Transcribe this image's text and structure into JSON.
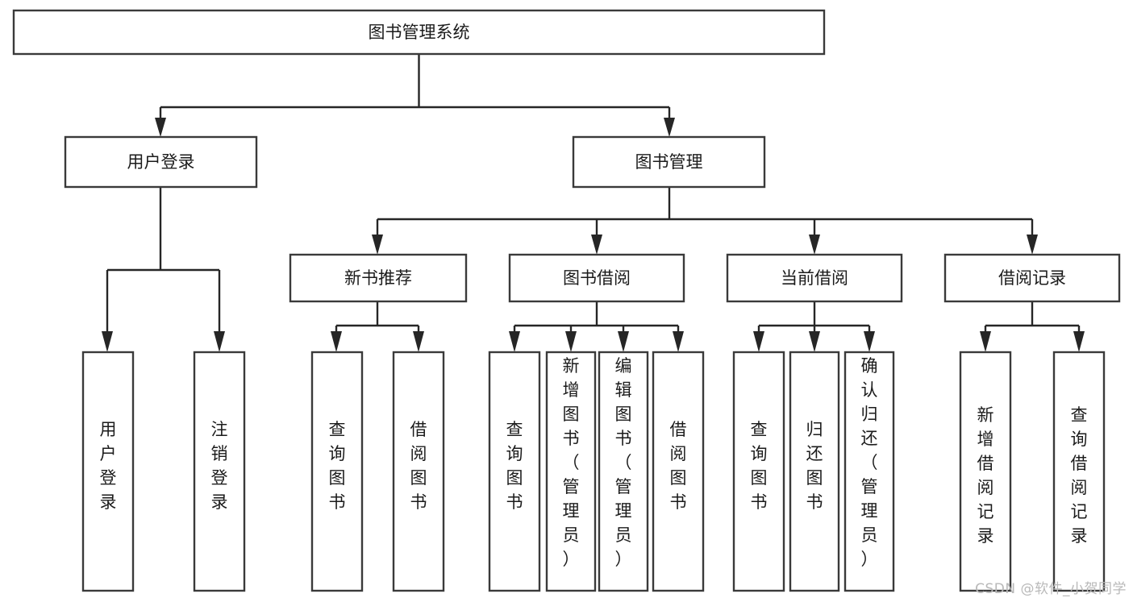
{
  "diagram": {
    "title": "图书管理系统",
    "watermark": "CSDN @软件_小贺同学",
    "colors": {
      "box_stroke": "#3a3a3a",
      "link_stroke": "#262626",
      "box_fill": "#ffffff",
      "text": "#1b1b1b",
      "watermark": "#b9b9b9",
      "background": "#ffffff"
    },
    "root": {
      "label": "图书管理系统"
    },
    "level2": [
      {
        "label": "用户登录"
      },
      {
        "label": "图书管理"
      }
    ],
    "level3": [
      {
        "label": "新书推荐"
      },
      {
        "label": "图书借阅"
      },
      {
        "label": "当前借阅"
      },
      {
        "label": "借阅记录"
      }
    ],
    "leaves": {
      "user_login": [
        {
          "label": "用户登录"
        },
        {
          "label": "注销登录"
        }
      ],
      "new_book": [
        {
          "label": "查询图书"
        },
        {
          "label": "借阅图书"
        }
      ],
      "book_borrow": [
        {
          "label": "查询图书"
        },
        {
          "label": "新增图书（管理员）"
        },
        {
          "label": "编辑图书（管理员）"
        },
        {
          "label": "借阅图书"
        }
      ],
      "current_borrow": [
        {
          "label": "查询图书"
        },
        {
          "label": "归还图书"
        },
        {
          "label": "确认归还（管理员）"
        }
      ],
      "borrow_record": [
        {
          "label": "新增借阅记录"
        },
        {
          "label": "查询借阅记录"
        }
      ]
    }
  }
}
